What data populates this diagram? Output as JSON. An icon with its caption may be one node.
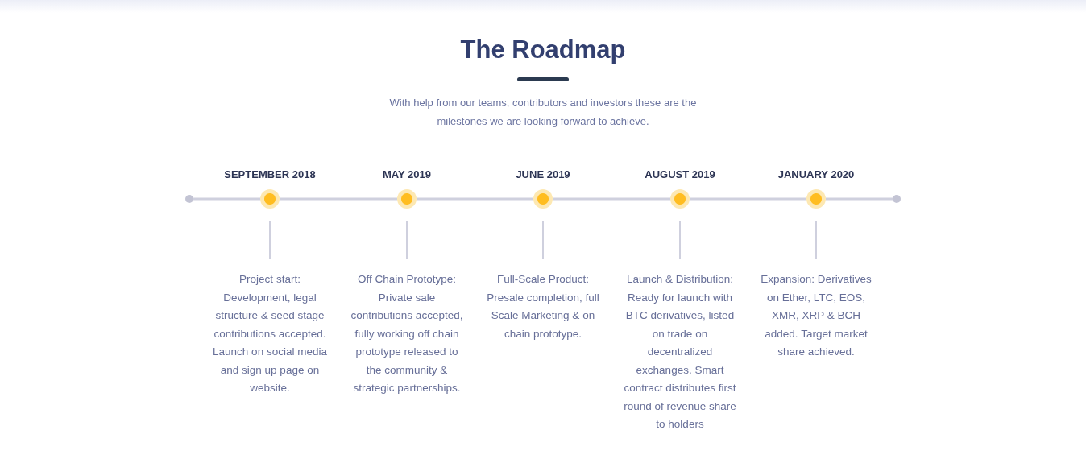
{
  "diagram": {
    "title": "The Roadmap",
    "nodes": [
      {
        "text": [],
        "shape": "circle"
      },
      {
        "text": [],
        "shape": "circle",
        "beside": [
          "SEPTEMBER 2018"
        ]
      },
      {
        "text": [],
        "shape": "circle",
        "beside": [
          "MAY 2019"
        ]
      },
      {
        "text": [],
        "shape": "circle",
        "beside": [
          "JUNE 2019"
        ]
      },
      {
        "text": [],
        "shape": "circle",
        "beside": [
          "AUGUST 2019"
        ]
      },
      {
        "text": [],
        "shape": "circle",
        "beside": [
          "JANUARY 2020"
        ]
      },
      {
        "text": [],
        "shape": "circle"
      },
      {
        "text": [
          "Project start: Development, legal structure & seed stage contributions accepted. Launch on social media and sign up page on website."
        ]
      },
      {
        "text": [
          "Off Chain Prototype: Private sale contributions accepted, fully working off chain prototype released to the community & strategic partnerships."
        ]
      },
      {
        "text": [
          "Full-Scale Product: Presale completion, full Scale Marketing & on chain prototype."
        ]
      },
      {
        "text": [
          "Launch & Distribution: Ready for launch with BTC derivatives, listed on trade on decentralized exchanges. Smart contract distributes first round of revenue share to holders"
        ]
      },
      {
        "text": [
          "Expansion: Derivatives on Ether, LTC, EOS, XMR, XRP & BCH added. Target market share achieved."
        ]
      }
    ],
    "edges": [
      {
        "from": 0,
        "to": 1,
        "arrow": "none"
      },
      {
        "from": 1,
        "to": 2,
        "arrow": "none"
      },
      {
        "from": 2,
        "to": 3,
        "arrow": "none"
      },
      {
        "from": 3,
        "to": 4,
        "arrow": "none"
      },
      {
        "from": 4,
        "to": 5,
        "arrow": "none"
      },
      {
        "from": 5,
        "to": 6,
        "arrow": "none"
      },
      {
        "from": 1,
        "to": 7,
        "arrow": "none"
      },
      {
        "from": 2,
        "to": 8,
        "arrow": "none"
      },
      {
        "from": 3,
        "to": 9,
        "arrow": "none"
      },
      {
        "from": 4,
        "to": 10,
        "arrow": "none"
      },
      {
        "from": 5,
        "to": 11,
        "arrow": "none"
      }
    ],
    "labels": [
      "With help from our teams, contributors and investors these are the milestones we are looking forward to achieve."
    ]
  }
}
